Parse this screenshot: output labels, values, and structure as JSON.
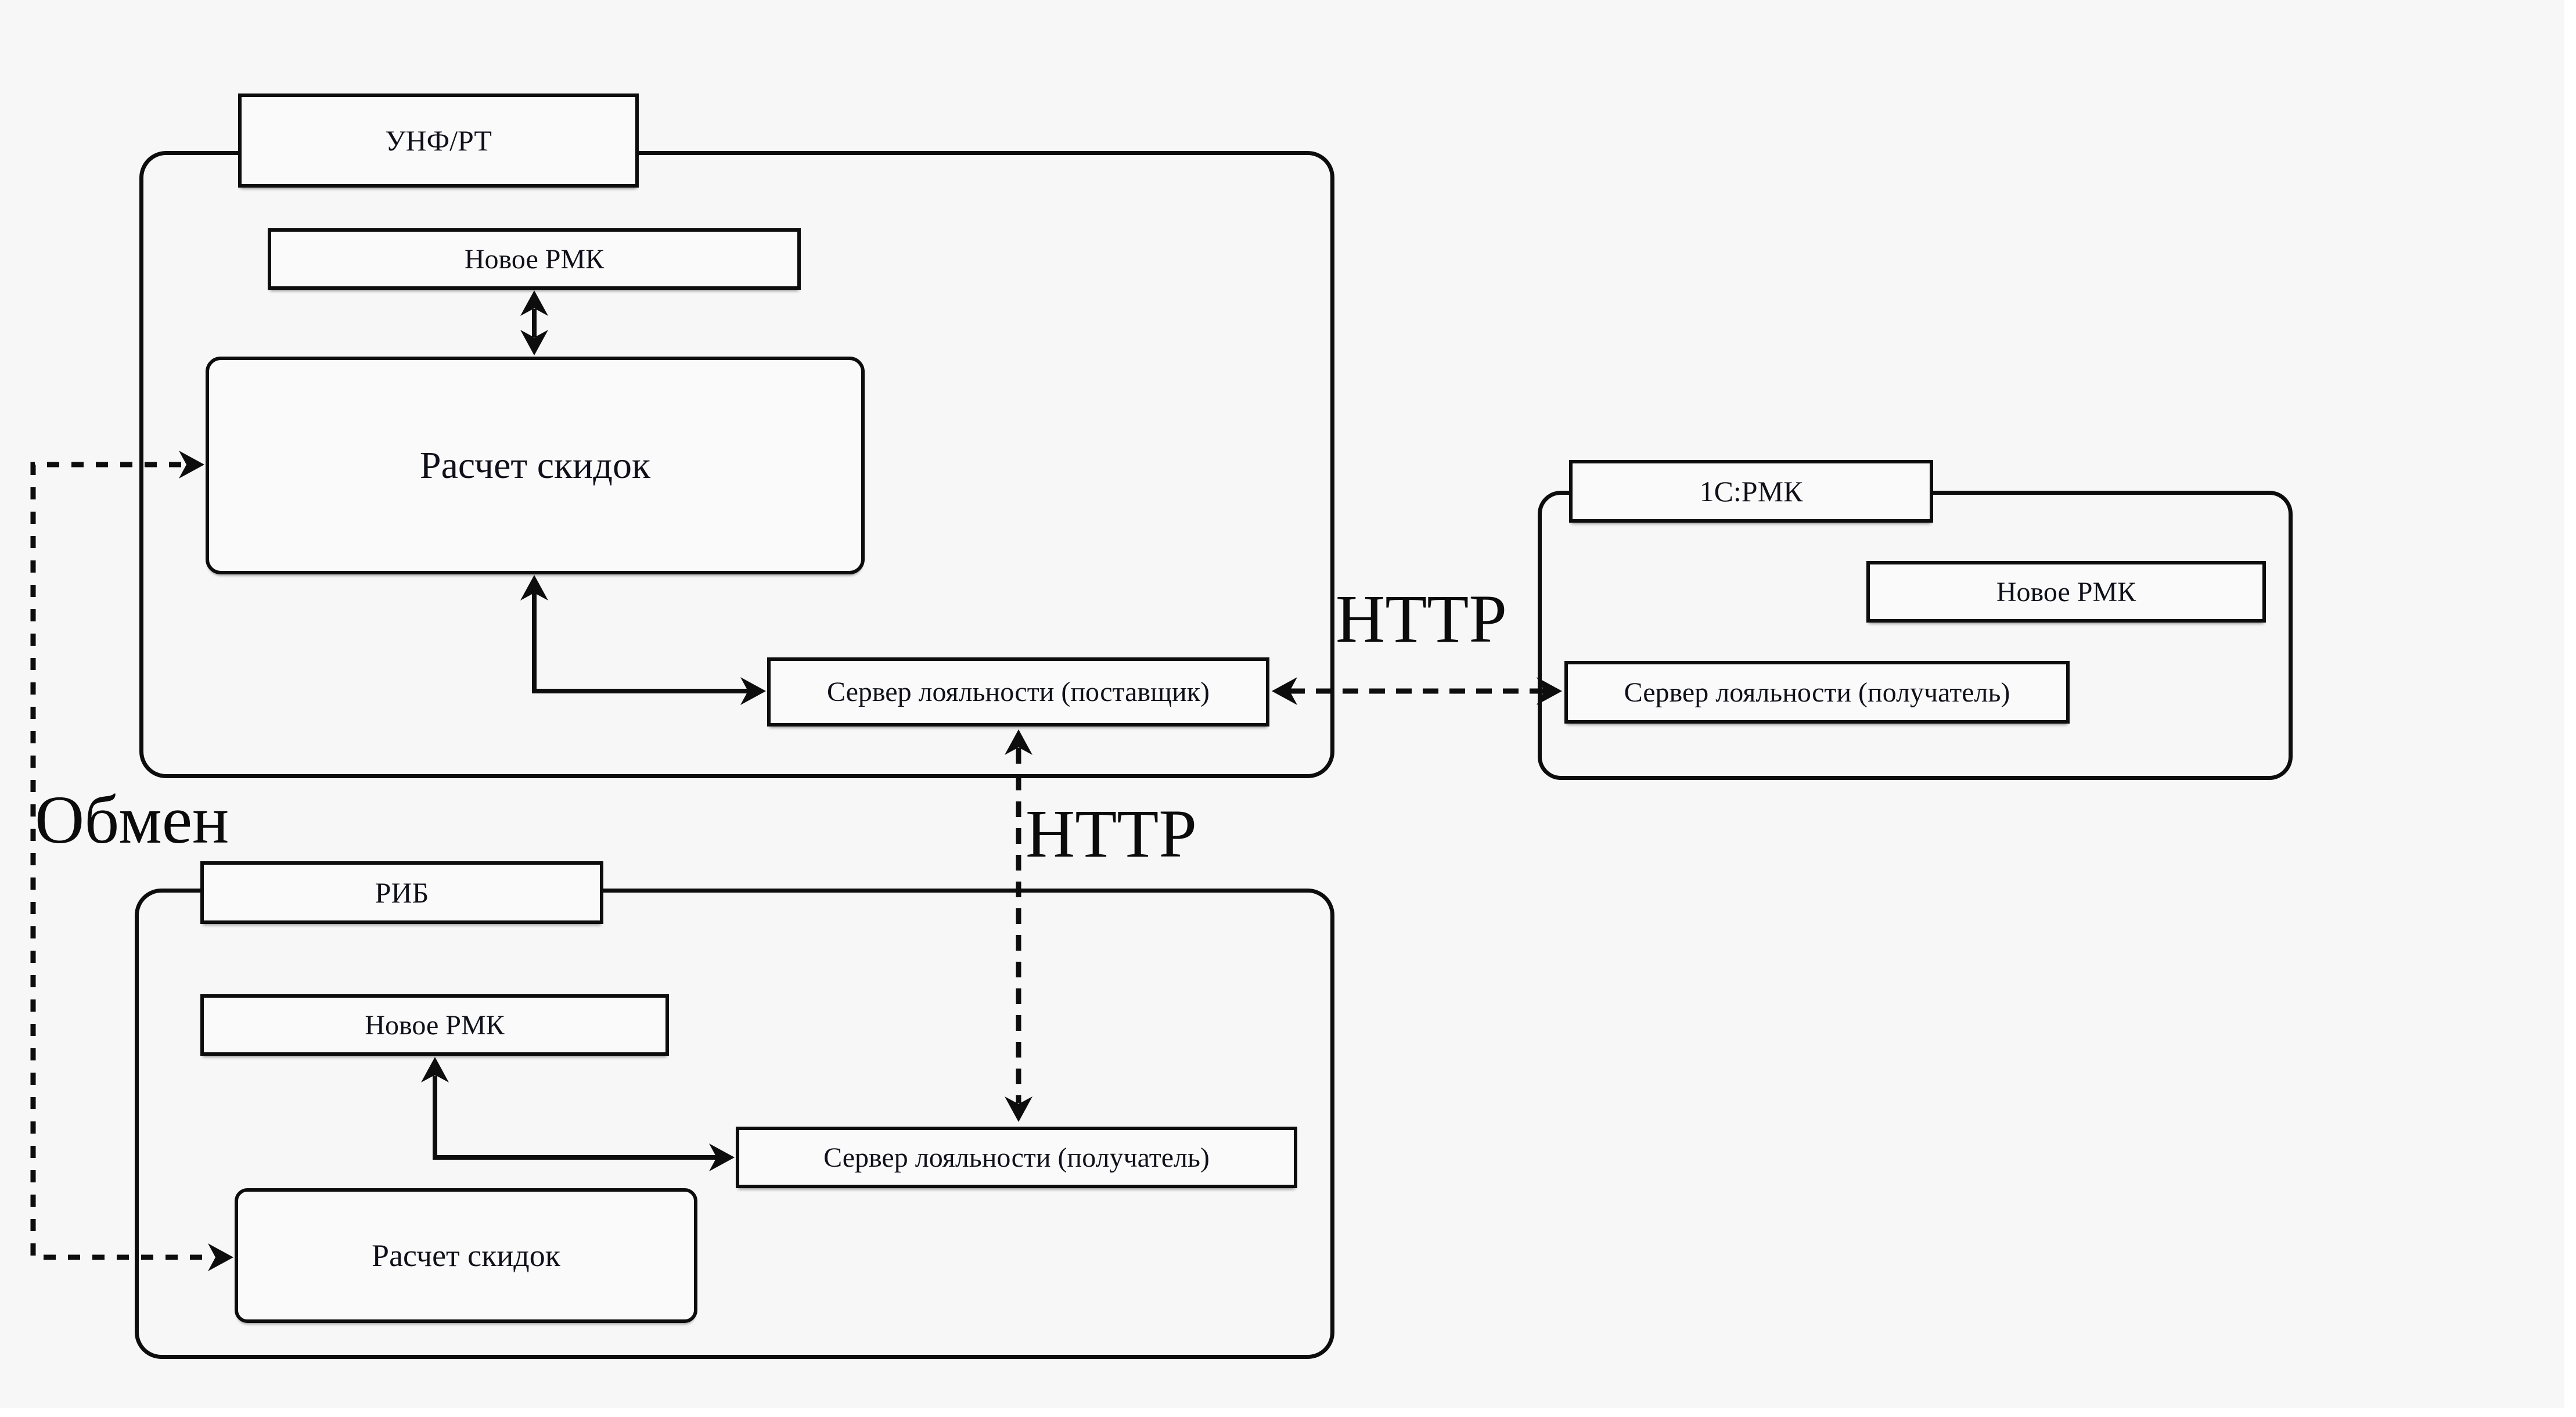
{
  "canvas": {
    "background": "#f7f7f7",
    "line_color": "#0d0d0d",
    "box_fill": "#fafafa"
  },
  "unf_container": {
    "title": "УНФ/РТ",
    "boxes": {
      "novoe_rmk": "Новое РМК",
      "raschet_skidok": "Расчет скидок",
      "server_loyalty_supplier": "Сервер лояльности (поставщик)"
    }
  },
  "rmk_container": {
    "title": "1С:РМК",
    "boxes": {
      "novoe_rmk": "Новое РМК",
      "server_loyalty_receiver": "Сервер лояльности (получатель)"
    }
  },
  "rib_container": {
    "title": "РИБ",
    "boxes": {
      "novoe_rmk": "Новое РМК",
      "server_loyalty_receiver": "Сервер лояльности (получатель)",
      "raschet_skidok": "Расчет скидок"
    }
  },
  "edge_labels": {
    "http_top": "HTTP",
    "http_middle": "HTTP",
    "obmen": "Обмен"
  }
}
